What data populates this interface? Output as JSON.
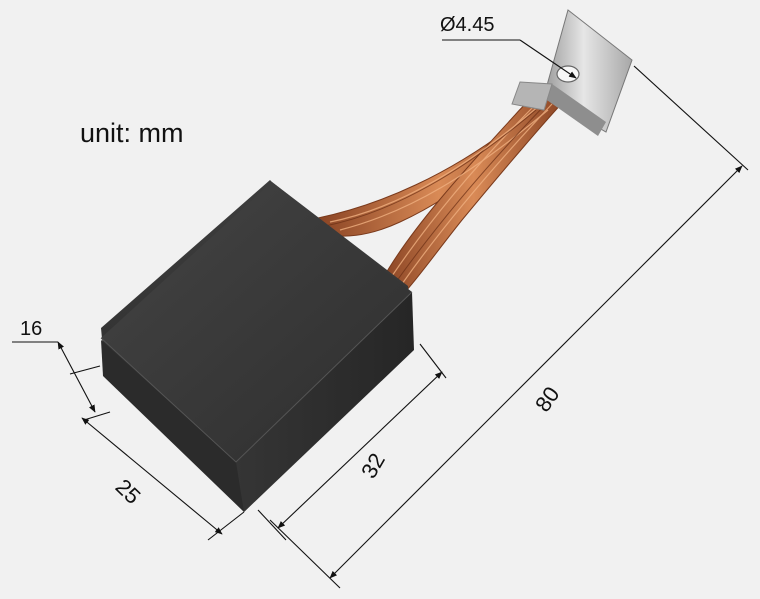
{
  "annotations": {
    "unit": "unit: mm",
    "thickness": "16",
    "width": "25",
    "height": "32",
    "total_length": "80",
    "hole_diameter": "Ø4.45"
  },
  "colors": {
    "background": "#f1f1f1",
    "carbon": "#3a3a3a",
    "copper": "#c0703f",
    "terminal": "#c8c8c8",
    "dimension_line": "#111111"
  }
}
